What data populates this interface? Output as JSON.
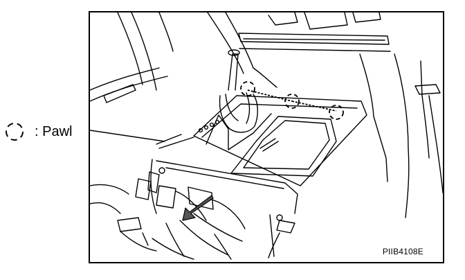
{
  "legend": {
    "label": ": Pawl",
    "symbol_icon": "dashed-circle-icon"
  },
  "figure": {
    "code": "PIIB4108E",
    "arrow_icon": "removal-arrow-icon",
    "pawl_count": 3
  },
  "colors": {
    "ink": "#000000",
    "paper": "#ffffff",
    "arrow_gray": "#555555"
  }
}
